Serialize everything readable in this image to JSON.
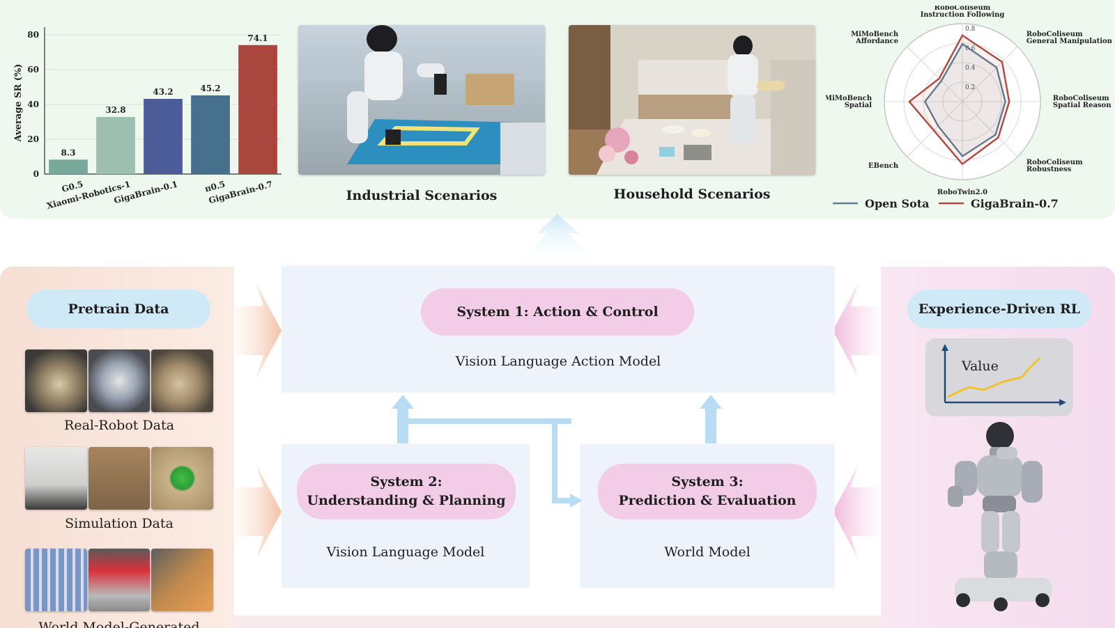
{
  "chart_data": {
    "type": "bar",
    "categories": [
      "G0.5",
      "Xiaomi-Robotics-1",
      "GigaBrain-0.1",
      "π0.5",
      "GigaBrain-0.7"
    ],
    "values": [
      8.3,
      32.8,
      43.2,
      45.2,
      74.1
    ],
    "value_labels": [
      "8.3",
      "32.8",
      "43.2",
      "45.2",
      "74.1"
    ],
    "colors": [
      "#79a99b",
      "#9cbfb0",
      "#4c5c98",
      "#46708c",
      "#a9473f"
    ],
    "ylabel": "Average SR (%)",
    "ylim": [
      0,
      82
    ],
    "yticks": [
      0,
      20,
      40,
      60,
      80
    ],
    "grid": true
  },
  "radar": {
    "type": "radar",
    "axes": [
      {
        "label": [
          "RoboColiseum",
          "Instruction Following"
        ]
      },
      {
        "label": [
          "RoboColiseum",
          "General Manipulation"
        ]
      },
      {
        "label": [
          "RoboColiseum",
          "Spatial Reasoning"
        ]
      },
      {
        "label": [
          "RoboColiseum",
          "Robustness"
        ]
      },
      {
        "label": [
          "RoboTwin2.0"
        ]
      },
      {
        "label": [
          "EBench"
        ]
      },
      {
        "label": [
          "MiMoBench",
          "Spatial"
        ]
      },
      {
        "label": [
          "MiMoBench",
          "Affordance"
        ]
      }
    ],
    "rings": [
      "0.2",
      "0.4",
      "0.6",
      "0.8"
    ],
    "series": [
      {
        "name": "Open Sota",
        "color": "#5d7d92",
        "values": [
          0.74,
          0.62,
          0.55,
          0.6,
          0.7,
          0.44,
          0.48,
          0.38
        ]
      },
      {
        "name": "GigaBrain-0.7",
        "color": "#b0483f",
        "values": [
          0.85,
          0.72,
          0.6,
          0.65,
          0.8,
          0.52,
          0.68,
          0.42
        ]
      }
    ]
  },
  "top": {
    "industrial_label": "Industrial Scenarios",
    "household_label": "Household Scenarios"
  },
  "left": {
    "title": "Pretrain Data",
    "real_robot": "Real-Robot Data",
    "simulation": "Simulation Data",
    "world_model": "World Model-Generated Data"
  },
  "center": {
    "system1_title": "System 1: Action & Control",
    "system1_model": "Vision Language Action Model",
    "system2_line1": "System 2:",
    "system2_line2": "Understanding & Planning",
    "system2_model": "Vision Language Model",
    "system3_line1": "System 3:",
    "system3_line2": "Prediction & Evaluation",
    "system3_model": "World Model"
  },
  "right": {
    "title": "Experience-Driven RL",
    "value_label": "Value"
  },
  "colors": {
    "top_band": "#eef8ef",
    "pill_blue": "#cfe9f7",
    "pill_pink": "#f3cce7",
    "arrow_blue": "#b8dcf3",
    "curve": "#f2c12e"
  }
}
